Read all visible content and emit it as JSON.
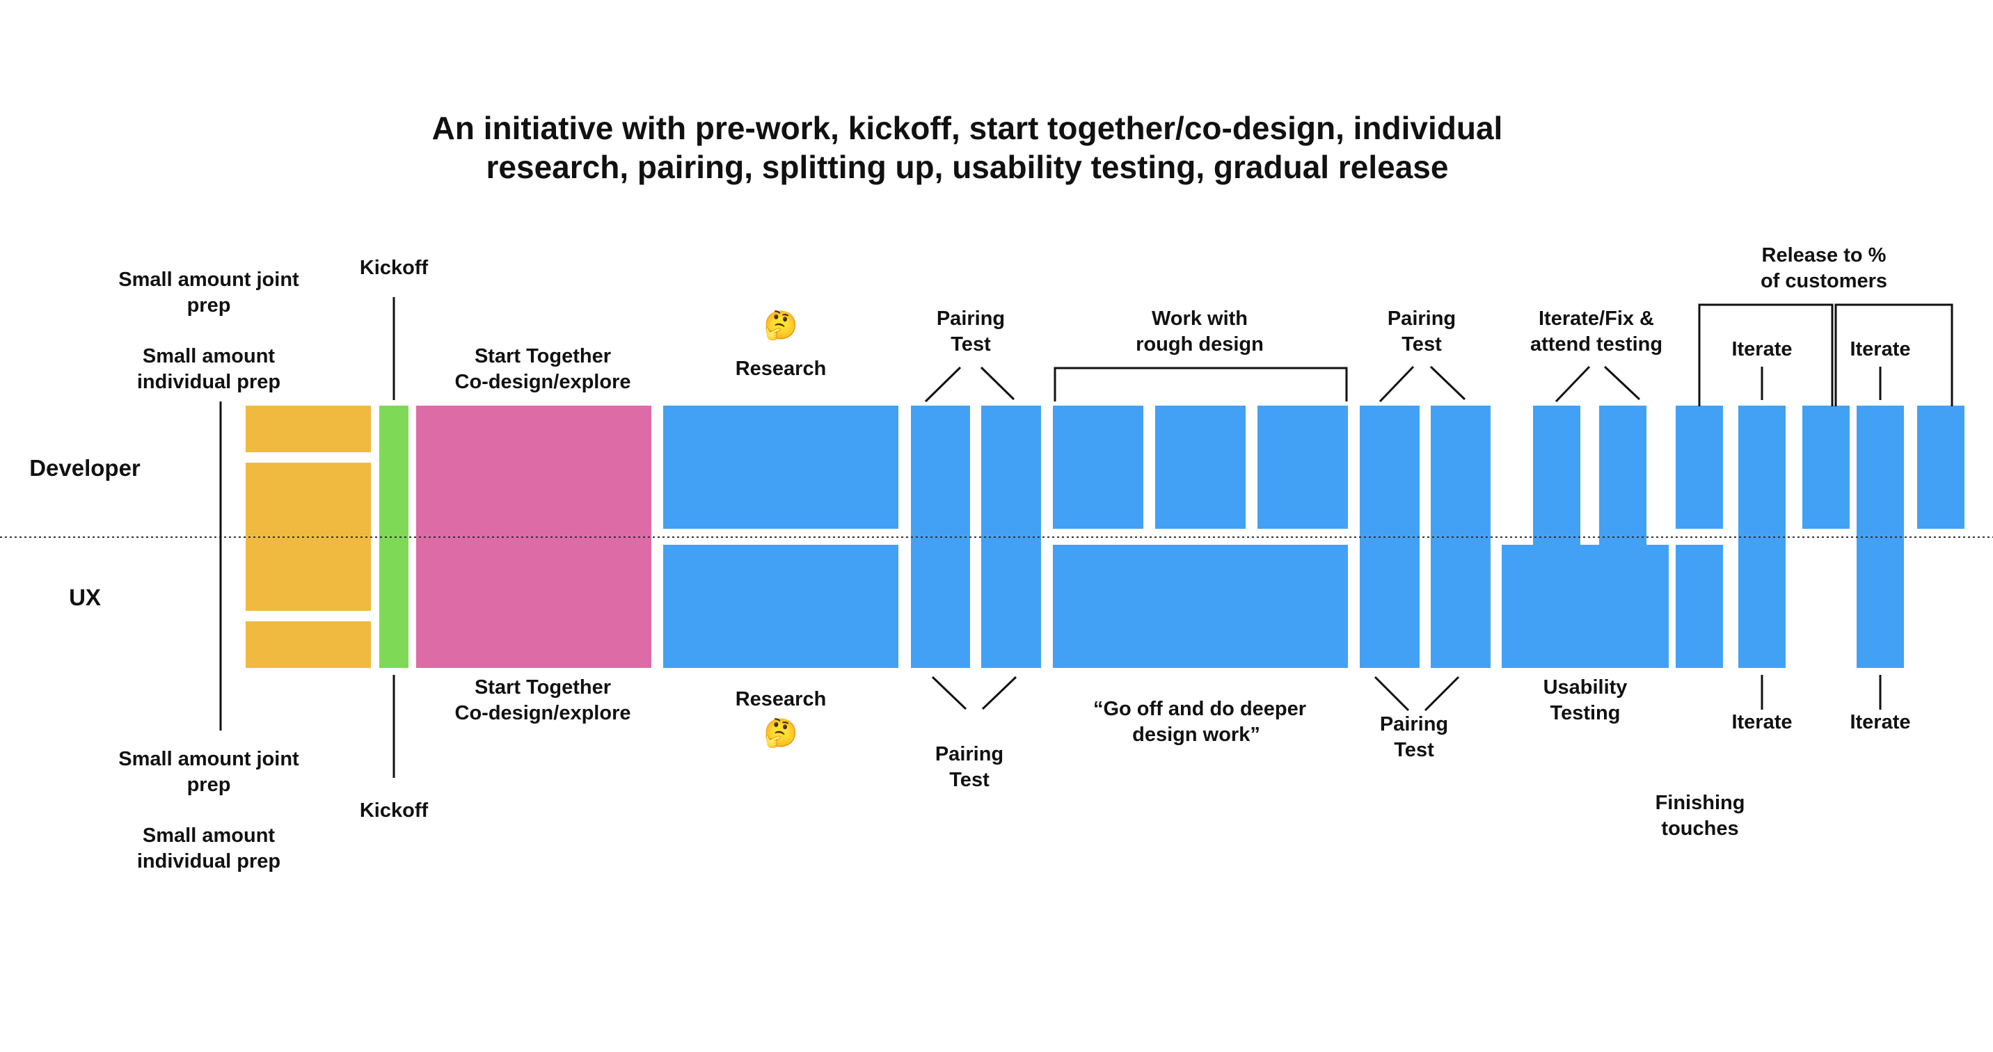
{
  "title": {
    "line1": "An initiative with pre-work, kickoff, start together/co-design, individual",
    "line2": "research, pairing, splitting up, usability testing, gradual release"
  },
  "rows": {
    "developer": "Developer",
    "ux": "UX"
  },
  "top": {
    "joint_prep": [
      "Small amount joint",
      "prep"
    ],
    "individual_prep": [
      "Small amount",
      "individual prep"
    ],
    "kickoff": "Kickoff",
    "start_together": [
      "Start Together",
      "Co-design/explore"
    ],
    "research": "Research",
    "research_emoji": "🤔",
    "pairing_test_1": [
      "Pairing",
      "Test"
    ],
    "work_rough": [
      "Work with",
      "rough design"
    ],
    "pairing_test_2": [
      "Pairing",
      "Test"
    ],
    "iterate_fix": [
      "Iterate/Fix &",
      "attend testing"
    ],
    "release": [
      "Release to %",
      "of customers"
    ],
    "iterate_1": "Iterate",
    "iterate_2": "Iterate"
  },
  "bottom": {
    "start_together": [
      "Start Together",
      "Co-design/explore"
    ],
    "research": "Research",
    "research_emoji": "🤔",
    "pairing_test_1": [
      "Pairing",
      "Test"
    ],
    "deeper_design": [
      "“Go off and do deeper",
      "design work”"
    ],
    "pairing_test_2": [
      "Pairing",
      "Test"
    ],
    "usability": [
      "Usability",
      "Testing"
    ],
    "iterate_1": "Iterate",
    "iterate_2": "Iterate",
    "joint_prep": [
      "Small amount joint",
      "prep"
    ],
    "kickoff": "Kickoff",
    "finishing": [
      "Finishing",
      "touches"
    ],
    "individual_prep": [
      "Small amount",
      "individual prep"
    ]
  },
  "colors": {
    "prep": "#F0BA40",
    "kickoff": "#7ED957",
    "start_together": "#DD6BA5",
    "work": "#43A1F5",
    "divider": "#333333",
    "text": "#111111"
  }
}
